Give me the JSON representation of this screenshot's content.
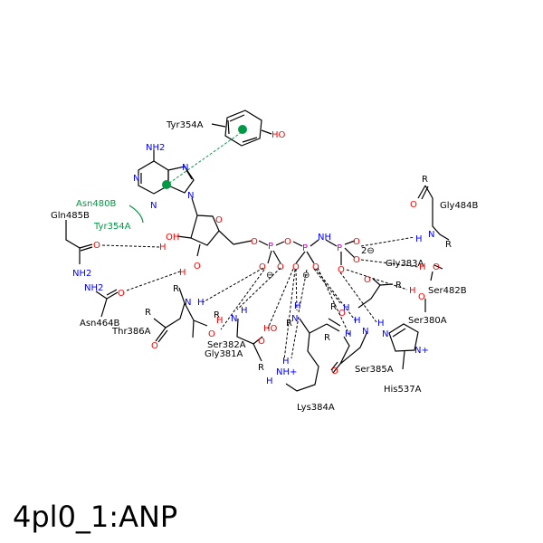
{
  "title": "4pl0_1:ANP",
  "residues": {
    "tyr354a_top": "Tyr354A",
    "asn480b": "Asn480B",
    "tyr354a_green": "Tyr354A",
    "gln485b": "Gln485B",
    "gly484b": "Gly484B",
    "gly383a": "Gly383A",
    "ser482b": "Ser482B",
    "ser380a": "Ser380A",
    "asn464b": "Asn464B",
    "thr386a": "Thr386A",
    "ser382a": "Ser382A",
    "gly381a": "Gly381A",
    "ser385a": "Ser385A",
    "his537a": "His537A",
    "lys384a": "Lys384A"
  },
  "atoms": {
    "nh2_top": "NH2",
    "n": "N",
    "oh": "OH",
    "o": "O",
    "p": "P",
    "h": "H",
    "r": "R",
    "nh": "NH",
    "nh2": "NH2",
    "ho": "HO",
    "minus": "⊖",
    "two_minus": "2⊖",
    "nh_plus": "NH+",
    "n_plus": "N+"
  },
  "colors": {
    "nitrogen": "#0000ff",
    "oxygen": "#ff0000",
    "phosphorus": "#cc00cc",
    "interaction_green": "#009944"
  }
}
